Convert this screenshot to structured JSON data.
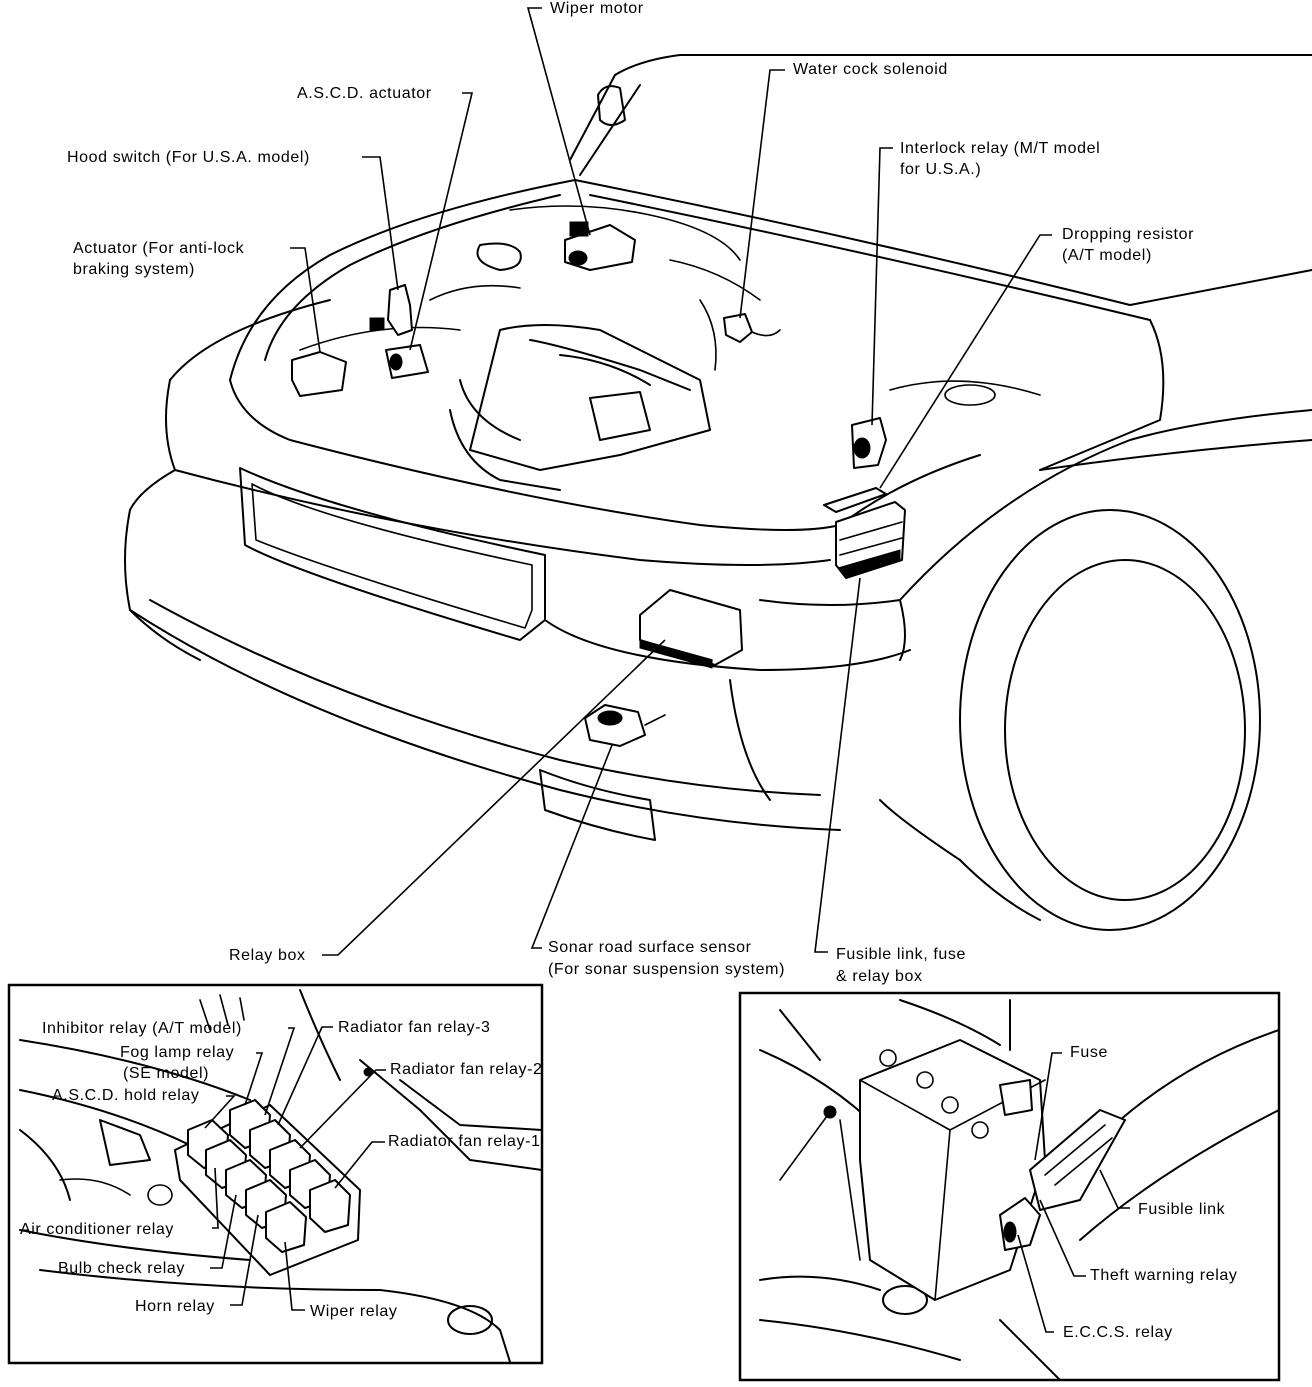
{
  "main": {
    "labels": {
      "wiper_motor": "Wiper motor",
      "water_cock": "Water cock solenoid",
      "ascd_actuator": "A.S.C.D. actuator",
      "hood_switch": "Hood switch (For U.S.A. model)",
      "interlock_1": "Interlock relay (M/T model",
      "interlock_2": "for U.S.A.)",
      "actuator_abs_1": "Actuator (For anti-lock",
      "actuator_abs_2": "braking system)",
      "dropping_1": "Dropping resistor",
      "dropping_2": "(A/T model)",
      "relay_box": "Relay box",
      "sonar_1": "Sonar road surface sensor",
      "sonar_2": "(For sonar suspension system)",
      "fusible_box_1": "Fusible link, fuse",
      "fusible_box_2": "& relay box"
    }
  },
  "relay_panel": {
    "labels": {
      "inhibitor": "Inhibitor relay (A/T model)",
      "fog_1": "Fog lamp relay",
      "fog_2": "(SE model)",
      "ascd_hold": "A.S.C.D. hold relay",
      "rad3": "Radiator fan relay-3",
      "rad2": "Radiator fan relay-2",
      "rad1": "Radiator fan relay-1",
      "air_cond": "Air conditioner relay",
      "bulb_check": "Bulb check relay",
      "horn": "Horn relay",
      "wiper": "Wiper relay"
    }
  },
  "battery_panel": {
    "labels": {
      "fuse": "Fuse",
      "fusible_link": "Fusible link",
      "theft": "Theft warning relay",
      "eccs": "E.C.C.S. relay"
    }
  }
}
